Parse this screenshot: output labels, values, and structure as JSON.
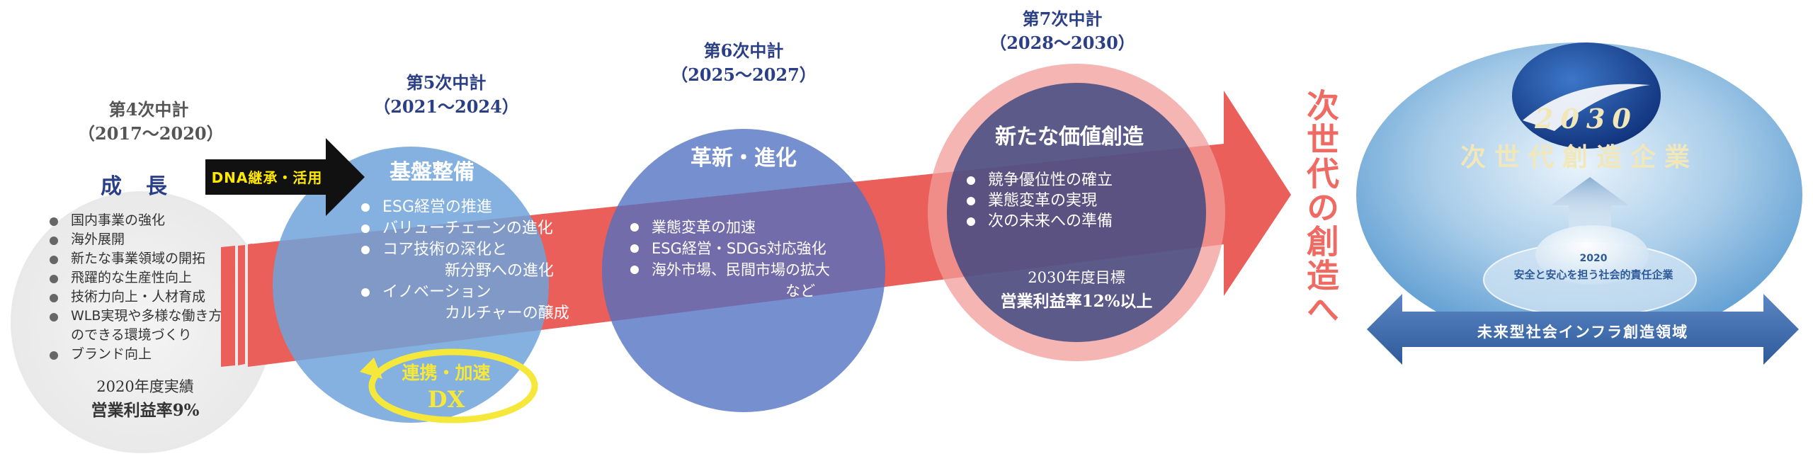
{
  "phases": [
    {
      "title": "第4次中計",
      "period": "（2017〜2020）",
      "heading": "成　長",
      "items": [
        "国内事業の強化",
        "海外展開",
        "新たな事業領域の開拓",
        "飛躍的な生産性向上",
        "技術力向上・人材育成",
        "WLB実現や多様な働き方\nのできる環境づくり",
        "ブランド向上"
      ],
      "result_label": "2020年度実績",
      "result_value": "営業利益率9%"
    },
    {
      "title": "第5次中計",
      "period": "（2021〜2024）",
      "heading": "基盤整備",
      "items": [
        "ESG経営の推進",
        "バリューチェーンの進化",
        "コア技術の深化と\n　　　　新分野への進化",
        "イノベーション\n　　　　カルチャーの醸成"
      ],
      "cycle_label": "連携・加速",
      "dx_label": "DX"
    },
    {
      "title": "第6次中計",
      "period": "（2025〜2027）",
      "heading": "革新・進化",
      "items": [
        "業態変革の加速",
        "ESG経営・SDGs対応強化",
        "海外市場、民間市場の拡大\n　　　　　　　　　など"
      ]
    },
    {
      "title": "第7次中計",
      "period": "（2028〜2030）",
      "heading": "新たな価値創造",
      "items": [
        "競争優位性の確立",
        "業態変革の実現",
        "次の未来への準備"
      ],
      "target_label": "2030年度目標",
      "target_value": "営業利益率12%以上"
    }
  ],
  "dna_label": "DNA継承・活用",
  "next_gen_label": "次世代の創造へ",
  "vision": {
    "year": "2030",
    "title": "次世代創造企業",
    "sub_year": "2020",
    "sub_title": "安全と安心を担う社会的責任企業",
    "domain_label": "未来型社会インフラ創造領域"
  },
  "colors": {
    "header_text": "#2b3f86",
    "arrow_red": "#ea5f5a",
    "next_gen_text": "#ef6a63",
    "circle_gray": "#eeeeee",
    "circle5": "#7fb0de",
    "circle6": "#5577c8",
    "circle7": "#3f4d85",
    "dna_arrow": "#111111",
    "dna_text": "#ffe800",
    "cycle_yellow": "#f5e83a"
  }
}
